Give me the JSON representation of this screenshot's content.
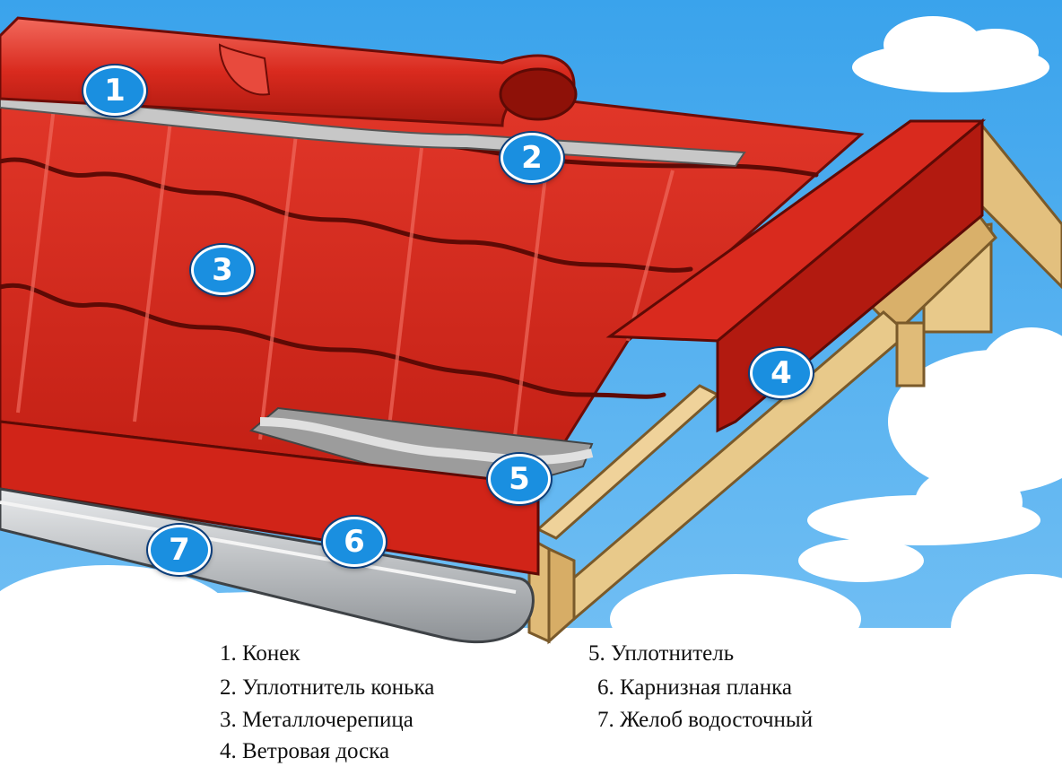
{
  "colors": {
    "sky": "#3fa8ee",
    "metal": "#d92a1e",
    "metal_dark": "#9e150e",
    "wood": "#e8c98a",
    "badge": "#1a8fe0",
    "gutter": "#b8bcc0"
  },
  "badges": [
    "1",
    "2",
    "3",
    "4",
    "5",
    "6",
    "7"
  ],
  "legend": [
    "1. Конек",
    "2. Уплотнитель конька",
    "3. Металлочерепица",
    "4. Ветровая доска",
    "5. Уплотнитель",
    "6. Карнизная планка",
    "7. Желоб водосточный"
  ]
}
